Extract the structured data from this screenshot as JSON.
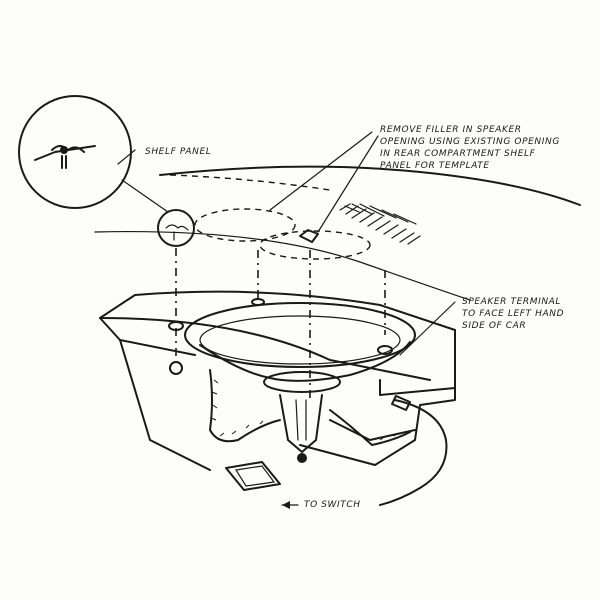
{
  "labels": {
    "shelf_panel": "SHELF PANEL",
    "remove_filler": [
      "REMOVE FILLER IN SPEAKER",
      "OPENING USING EXISTING OPENING",
      "IN REAR COMPARTMENT SHELF",
      "PANEL FOR TEMPLATE"
    ],
    "speaker_terminal": [
      "SPEAKER TERMINAL",
      "TO FACE LEFT HAND",
      "SIDE OF CAR"
    ],
    "to_switch": "TO SWITCH"
  },
  "colors": {
    "ink": "#1a1a1a",
    "paper": "#fdfdfb"
  }
}
